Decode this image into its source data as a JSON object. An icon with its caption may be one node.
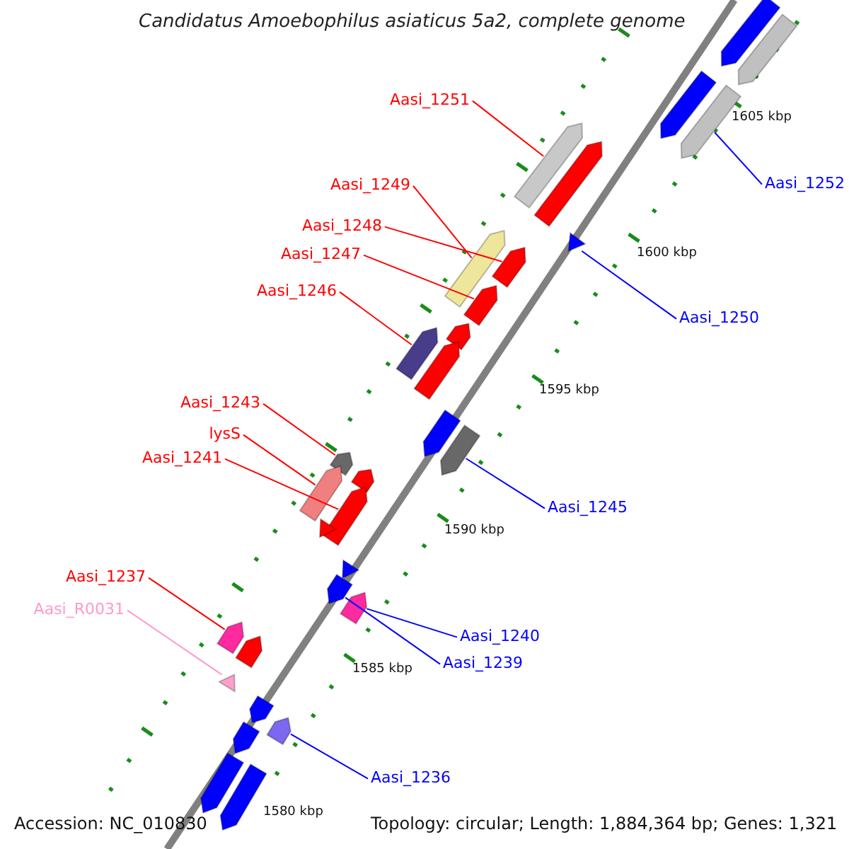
{
  "diagram": {
    "title": "Candidatus Amoebophilus asiaticus 5a2, complete genome",
    "nodes": [
      {
        "text": [
          "Aasi_1251"
        ]
      },
      {
        "text": [
          "Aasi_1252"
        ]
      },
      {
        "text": [
          "Aasi_1249"
        ]
      },
      {
        "text": [
          "Aasi_1248"
        ]
      },
      {
        "text": [
          "Aasi_1247"
        ]
      },
      {
        "text": [
          "Aasi_1250"
        ]
      },
      {
        "text": [
          "Aasi_1246"
        ]
      },
      {
        "text": [
          "Aasi_1243"
        ]
      },
      {
        "text": [
          "lysS"
        ]
      },
      {
        "text": [
          "Aasi_1241"
        ]
      },
      {
        "text": [
          "Aasi_1245"
        ]
      },
      {
        "text": [
          "Aasi_1237"
        ]
      },
      {
        "text": [
          "Aasi_R0031"
        ]
      },
      {
        "text": [
          "Aasi_1240"
        ]
      },
      {
        "text": [
          "Aasi_1239"
        ]
      },
      {
        "text": [
          "Aasi_1236"
        ]
      },
      {
        "text": [],
        "shape": "bar"
      },
      {
        "text": [],
        "shape": "bar"
      },
      {
        "text": [],
        "shape": "bar"
      },
      {
        "text": [],
        "shape": "bar"
      },
      {
        "text": [],
        "shape": "bar"
      },
      {
        "text": [],
        "shape": "bar"
      },
      {
        "text": [],
        "shape": "triangle"
      },
      {
        "text": [],
        "shape": "bar"
      },
      {
        "text": [],
        "shape": "bar"
      },
      {
        "text": [],
        "shape": "bar"
      },
      {
        "text": [],
        "shape": "bar"
      },
      {
        "text": [],
        "shape": "bar"
      },
      {
        "text": [],
        "shape": "bar"
      },
      {
        "text": [],
        "shape": "bar"
      },
      {
        "text": [],
        "shape": "bar"
      },
      {
        "text": [],
        "shape": "bar"
      },
      {
        "text": [],
        "shape": "bar"
      },
      {
        "text": [],
        "shape": "bar"
      },
      {
        "text": [],
        "shape": "bar"
      },
      {
        "text": [],
        "shape": "triangle"
      },
      {
        "text": [],
        "shape": "triangle"
      },
      {
        "text": [],
        "shape": "bar"
      },
      {
        "text": [],
        "shape": "bar"
      },
      {
        "text": [],
        "shape": "bar"
      },
      {
        "text": [],
        "shape": "bar"
      },
      {
        "text": [],
        "shape": "triangle"
      },
      {
        "text": [],
        "shape": "bar"
      },
      {
        "text": [],
        "shape": "bar"
      },
      {
        "text": [],
        "shape": "bar"
      },
      {
        "text": [],
        "shape": "bar"
      },
      {
        "text": [],
        "shape": "bar"
      }
    ],
    "edges": [
      {
        "from": 0,
        "to": 20,
        "arrow": "none"
      },
      {
        "from": 1,
        "to": 19,
        "arrow": "none",
        "color": "#0000ff"
      },
      {
        "from": 2,
        "to": 24,
        "arrow": "none"
      },
      {
        "from": 3,
        "to": 23,
        "arrow": "none"
      },
      {
        "from": 4,
        "to": 25,
        "arrow": "none"
      },
      {
        "from": 5,
        "to": 22,
        "arrow": "none",
        "color": "#0000ff"
      },
      {
        "from": 6,
        "to": 27,
        "arrow": "none"
      },
      {
        "from": 7,
        "to": 31,
        "arrow": "none"
      },
      {
        "from": 8,
        "to": 33,
        "arrow": "none"
      },
      {
        "from": 9,
        "to": 34,
        "arrow": "none"
      },
      {
        "from": 10,
        "to": 30,
        "arrow": "none",
        "color": "#0000ff"
      },
      {
        "from": 11,
        "to": 39,
        "arrow": "none"
      },
      {
        "from": 12,
        "to": 41,
        "arrow": "none",
        "color": "#ff99cc"
      },
      {
        "from": 13,
        "to": 38,
        "arrow": "none",
        "color": "#0000ff"
      },
      {
        "from": 14,
        "to": 37,
        "arrow": "none",
        "color": "#0000ff"
      },
      {
        "from": 15,
        "to": 43,
        "arrow": "none",
        "color": "#0000ff"
      }
    ],
    "labels": [
      "1605 kbp",
      "1600 kbp",
      "1595 kbp",
      "1590 kbp",
      "1585 kbp",
      "1580 kbp",
      "Accession: NC_010830",
      "Topology: circular; Length: 1,884,364 bp; Genes: 1,321"
    ]
  }
}
